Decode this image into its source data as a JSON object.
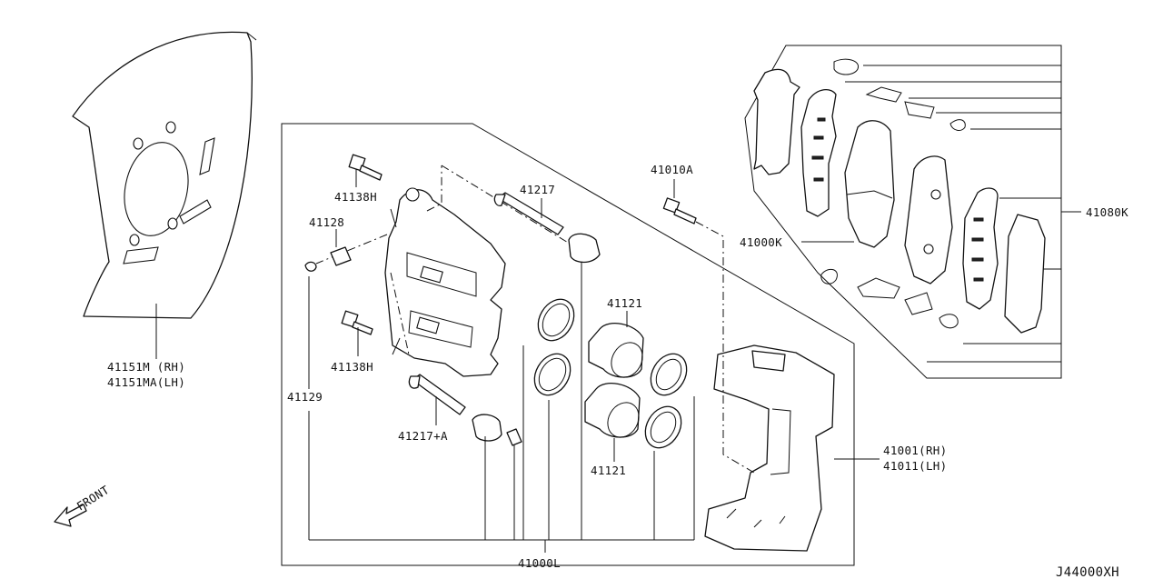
{
  "diagram": {
    "code": "J44000XH",
    "front_indicator": "FRONT",
    "parts": {
      "dust_shield": [
        "41151M  (RH)",
        "41151MA(LH)"
      ],
      "bolt_upper": "41138H",
      "bolt_lower": "41138H",
      "bleeder": "41128",
      "cap": "41129",
      "pin_upper": "41217",
      "pin_lower": "41217+A",
      "mount_bolt": "41010A",
      "pad_kit": "41080K",
      "pad_set": "41000K",
      "piston_upper": "41121",
      "piston_lower": "41121",
      "caliper_bracket": [
        "41001(RH)",
        "41011(LH)"
      ],
      "seal_kit": "41000L"
    }
  }
}
